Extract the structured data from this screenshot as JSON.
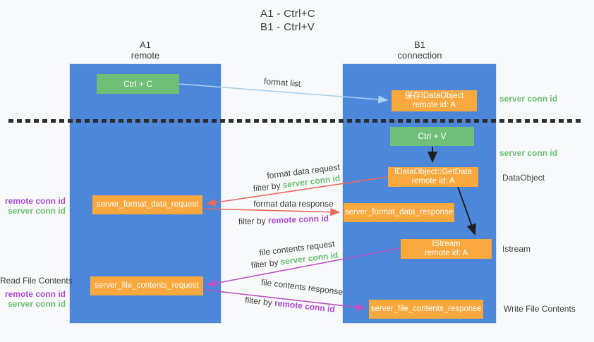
{
  "title": {
    "line1": "A1 - Ctrl+C",
    "line2": "B1 - Ctrl+V"
  },
  "columns": {
    "a": {
      "id": "A1",
      "role": "remote"
    },
    "b": {
      "id": "B1",
      "role": "connection"
    }
  },
  "nodes": {
    "ctrl_c": "Ctrl + C",
    "ctrl_v": "Ctrl + V",
    "save_idataobject_line1": "保存IDataObject",
    "save_idataobject_line2": "remote id: A",
    "getdata_line1": "IDataObject::GetData",
    "getdata_line2": "remote id: A",
    "istream_line1": "IStream",
    "istream_line2": "remote id: A",
    "format_request": "server_format_data_request",
    "format_response": "server_format_data_response",
    "file_request": "server_file_contents_request",
    "file_response": "server_file_contents_response"
  },
  "labels": {
    "format_list": "format list",
    "format_data_request": "format data request",
    "format_data_response": "format data response",
    "file_contents_request": "file contents request",
    "file_contents_response": "file contents response",
    "filter_by": "filter by",
    "server_conn_id": "server conn id",
    "remote_conn_id": "remote conn id",
    "dataobject": "DataObject",
    "istream": "Istream",
    "read_file_contents": "Read File Contents",
    "write_file_contents": "Write File Contents"
  },
  "colors": {
    "column_blue": "#4d87d9",
    "node_green": "#6fbf77",
    "node_orange": "#f9a83e",
    "server_conn_green": "#6abf71",
    "remote_conn_purple": "#ad4bd5",
    "arrow_red": "#e8695c",
    "arrow_magenta": "#bd53c4",
    "arrow_lightblue": "#a9d2ef",
    "arrow_black": "#1f1f1f",
    "dotted_line": "#2d2d2d"
  }
}
